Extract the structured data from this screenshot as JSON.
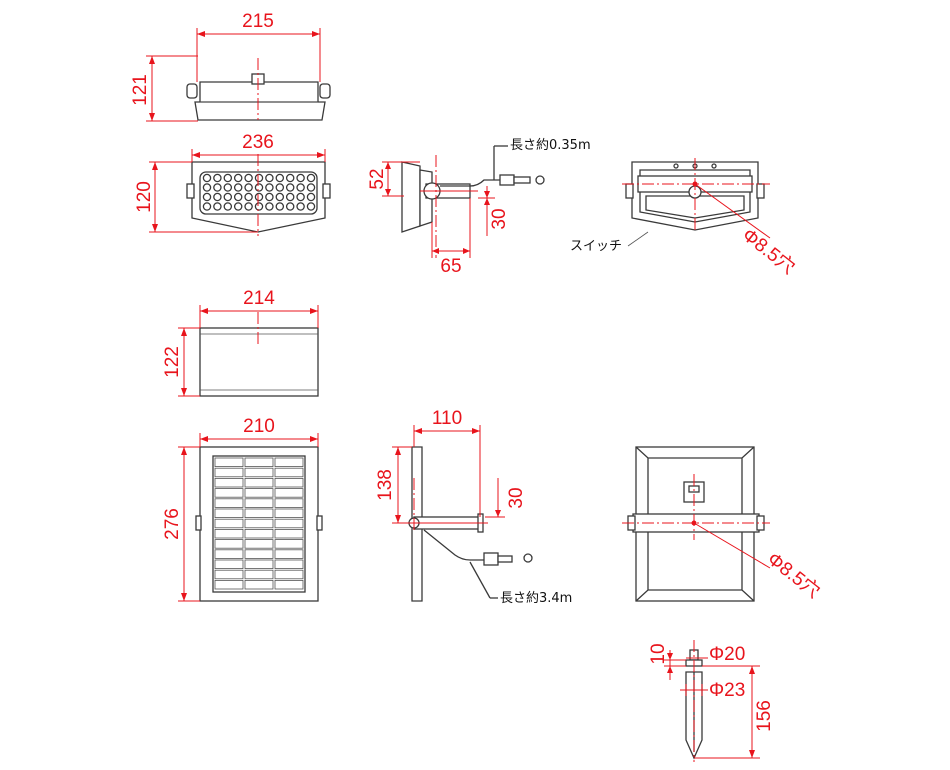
{
  "dimensions": {
    "light_top_width": "215",
    "light_top_height": "121",
    "light_front_width": "236",
    "light_front_height": "120",
    "light_side_depth": "52",
    "light_side_arm": "65",
    "light_side_offset": "30",
    "panel_top_width": "214",
    "panel_top_height": "122",
    "panel_front_width": "210",
    "panel_front_height": "276",
    "panel_side_arm": "110",
    "panel_side_height": "138",
    "panel_side_offset": "30",
    "light_rear_hole": "Φ8.5穴",
    "panel_rear_hole": "Φ8.5穴",
    "stake_top_height": "10",
    "stake_top_dia": "Φ20",
    "stake_dia": "Φ23",
    "stake_length": "156"
  },
  "notes": {
    "light_cable": "長さ約0.35m",
    "panel_cable": "長さ約3.4m",
    "switch": "スイッチ"
  }
}
